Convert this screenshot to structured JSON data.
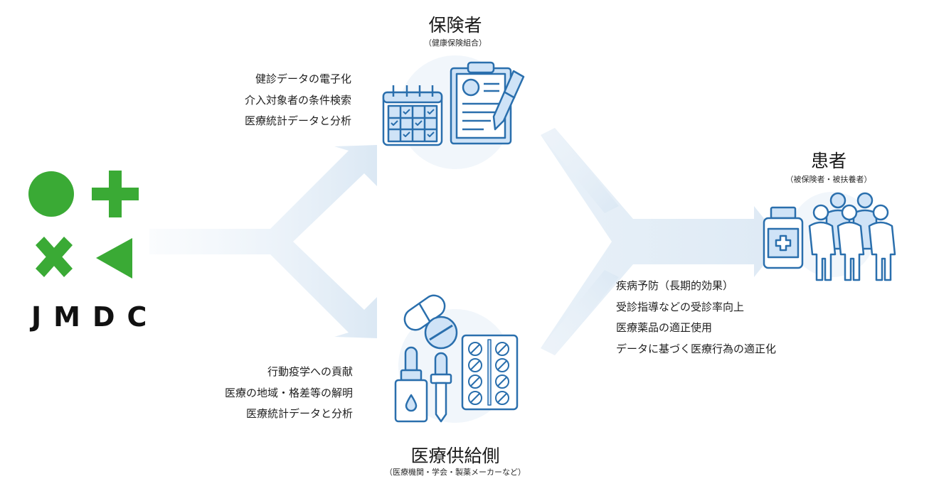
{
  "brand": {
    "name": "JMDC"
  },
  "insurer": {
    "title": "保険者",
    "subtitle": "（健康保険組合）"
  },
  "patient": {
    "title": "患者",
    "subtitle": "（被保険者・被扶養者）"
  },
  "provider": {
    "title": "医療供給側",
    "subtitle": "（医療機関・学会・製薬メーカーなど）"
  },
  "insurer_benefits": [
    "健診データの電子化",
    "介入対象者の条件検索",
    "医療統計データと分析"
  ],
  "provider_benefits": [
    "行動疫学への貢献",
    "医療の地域・格差等の解明",
    "医療統計データと分析"
  ],
  "patient_benefits": [
    "疾病予防（長期的効果）",
    "受診指導などの受診率向上",
    "医療薬品の適正使用",
    "データに基づく医療行為の適正化"
  ],
  "colors": {
    "logo_green": "#3aaa35",
    "icon_stroke": "#2a6fad",
    "icon_fill": "#cfe3f7",
    "arrow": "#dde9f4"
  },
  "icons": [
    "calendar-icon",
    "clipboard-icon",
    "pen-icon",
    "pills-icon",
    "dropper-bottle-icon",
    "dropper-icon",
    "blister-pack-icon",
    "medicine-bottle-icon",
    "people-group-icon"
  ]
}
